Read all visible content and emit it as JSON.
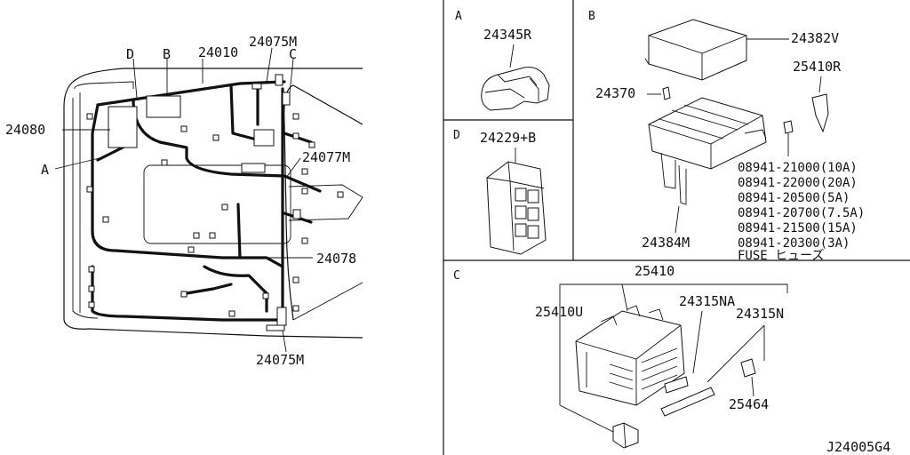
{
  "sections": {
    "a": {
      "letter": "A",
      "part": "24345R"
    },
    "b": {
      "letter": "B",
      "cover_part": "24382V",
      "clip_part": "24370",
      "puller_part": "25410R",
      "bracket_part": "24384M",
      "fuses": [
        "08941-21000(10A)",
        "08941-22000(20A)",
        "08941-20500(5A)",
        "08941-20700(7.5A)",
        "08941-21500(15A)",
        "08941-20300(3A)"
      ],
      "fuse_note": "FUSE ヒューズ"
    },
    "c": {
      "letter": "C",
      "box_part": "25410",
      "cover_part": "25410U",
      "relay_a": "24315NA",
      "relay_b": "24315N",
      "puller_part": "25464"
    },
    "d": {
      "letter": "D",
      "part": "24229+B"
    }
  },
  "harness": {
    "part_main": "24010",
    "part_top": "24075M",
    "part_bottom": "24075M",
    "part_left": "24080",
    "part_right_upper": "24077M",
    "part_right_lower": "24078",
    "callouts": [
      "D",
      "B",
      "C",
      "A"
    ]
  },
  "diagram_id": "J24005G4"
}
